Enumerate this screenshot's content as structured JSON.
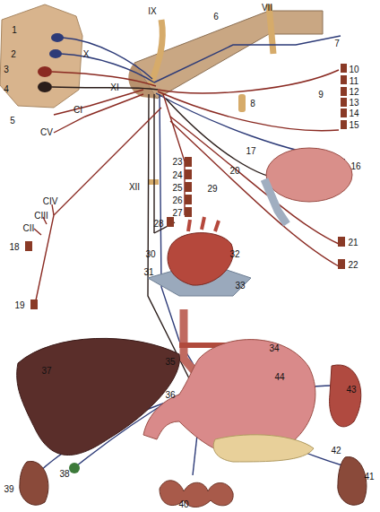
{
  "diagram": {
    "labels": [
      "1",
      "2",
      "X",
      "IX",
      "6",
      "VII",
      "7",
      "3",
      "4",
      "XI",
      "5",
      "CI",
      "CV",
      "8",
      "10",
      "9",
      "11",
      "12",
      "13",
      "14",
      "15",
      "17",
      "16",
      "XII",
      "23",
      "20",
      "24",
      "25",
      "29",
      "26",
      "27",
      "CIV",
      "CIII",
      "CII",
      "18",
      "28",
      "30",
      "32",
      "31",
      "33",
      "19",
      "21",
      "22",
      "34",
      "35",
      "44",
      "36",
      "37",
      "43",
      "42",
      "38",
      "39",
      "40",
      "41"
    ]
  }
}
